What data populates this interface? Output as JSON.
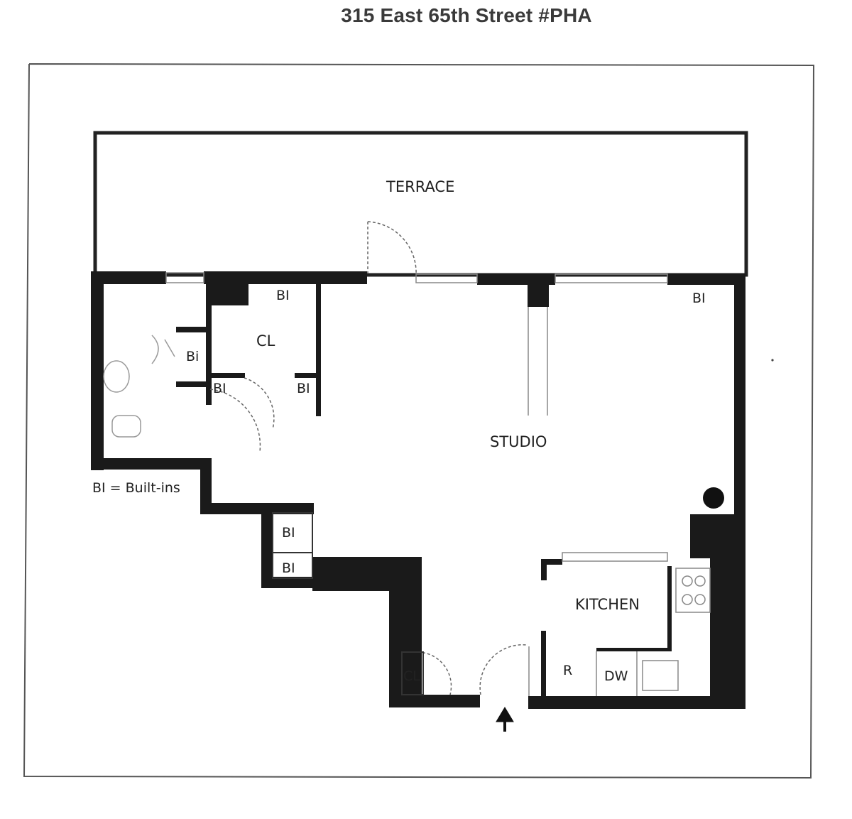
{
  "title": "315 East 65th Street #PHA",
  "rooms": {
    "terrace": "TERRACE",
    "studio": "STUDIO",
    "kitchen": "KITCHEN",
    "closet_main": "CL",
    "closet_entry": "CL"
  },
  "fixtures": {
    "built_in": "BI",
    "built_in_bath": "Bi",
    "refrigerator": "R",
    "dishwasher": "DW"
  },
  "legend": "BI = Built-ins"
}
